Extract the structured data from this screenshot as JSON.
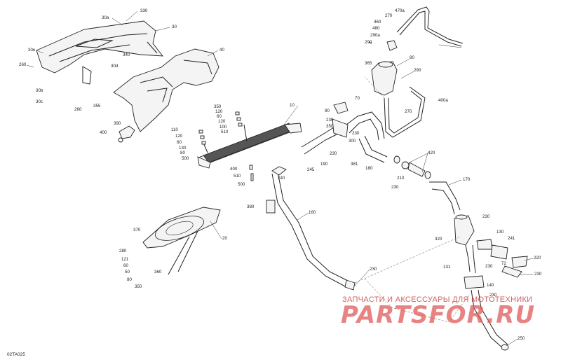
{
  "diagram": {
    "code": "02TA025",
    "labels": {
      "l330": "330",
      "l30a": "30a",
      "l30": "30",
      "l30b": "30b",
      "l30c": "30c",
      "l30d": "30d",
      "l30e": "30e",
      "l260a": "260",
      "l260b": "260",
      "l340": "340",
      "l355": "355",
      "l40": "40",
      "l390": "390",
      "l400": "400",
      "l110": "110",
      "l120": "120",
      "l60": "60",
      "l130": "130",
      "l80": "80",
      "l500": "500",
      "l350": "350",
      "l120b": "120",
      "l60b": "60",
      "l120c": "120",
      "l100": "100",
      "l510": "510",
      "l10": "10",
      "l400b": "400",
      "l510b": "510",
      "l500b": "500",
      "l240": "240",
      "l245": "245",
      "l380": "380",
      "l160": "160",
      "l230a": "230",
      "l370": "370",
      "l20": "20",
      "l280": "280",
      "l121": "121",
      "l60c": "60",
      "l50": "50",
      "l80b": "80",
      "l360": "360",
      "l350b": "350",
      "l470a": "470a",
      "l270": "270",
      "l460": "460",
      "l480": "480",
      "l290a": "290a",
      "l90": "90",
      "l365": "365",
      "l290": "290",
      "l270b": "270",
      "l400a": "400a",
      "l70": "70",
      "l90b": "90",
      "l230b": "230",
      "l350c": "350",
      "l300": "300",
      "l230c": "230",
      "l190": "190",
      "l381": "381",
      "l180": "180",
      "l210": "210",
      "l420": "420",
      "l230d": "230",
      "l170": "170",
      "l230e": "230",
      "l320": "320",
      "l130b": "130",
      "l241": "241",
      "l220": "220",
      "l72": "72",
      "l230f": "230",
      "l131": "131",
      "l230g": "230",
      "l140": "140",
      "l250": "250",
      "l230h": "230"
    }
  },
  "watermark": {
    "top": "ЗАПЧАСТИ И АКСЕССУАРЫ ДЛЯ МОТОТЕХНИКИ",
    "brand": "PARTSFOR.RU"
  }
}
